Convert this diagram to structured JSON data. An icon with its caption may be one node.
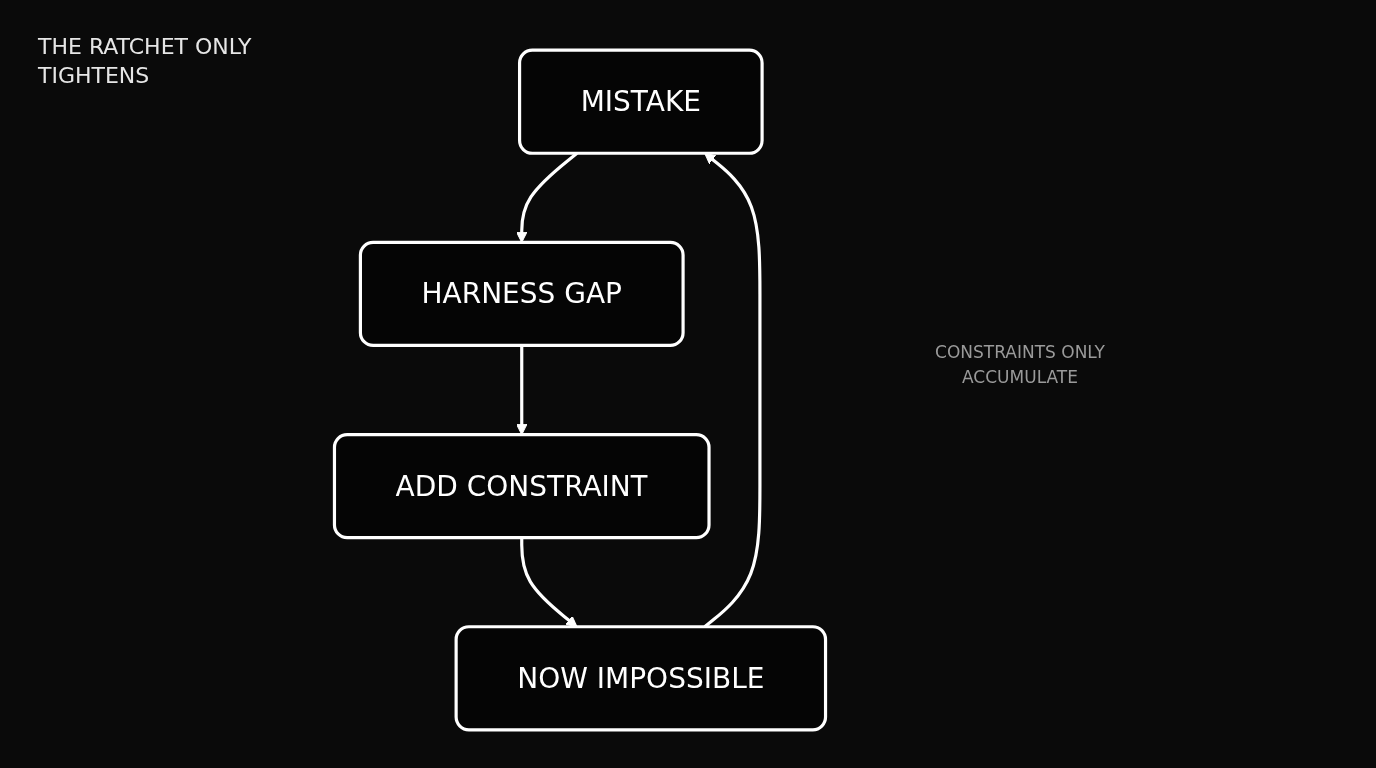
{
  "diagram": {
    "title": "THE RATCHET ONLY TIGHTENS",
    "nodes": [
      {
        "text": [
          "MISTAKE"
        ]
      },
      {
        "text": [
          "HARNESS GAP"
        ]
      },
      {
        "text": [
          "ADD CONSTRAINT"
        ]
      },
      {
        "text": [
          "NOW IMPOSSIBLE"
        ]
      }
    ],
    "edges": [
      {
        "from": 0,
        "to": 1,
        "arrow": "to"
      },
      {
        "from": 1,
        "to": 2,
        "arrow": "to"
      },
      {
        "from": 2,
        "to": 3,
        "arrow": "to"
      },
      {
        "from": 3,
        "to": 0,
        "arrow": "to"
      }
    ],
    "labels": [
      "CONSTRAINTS ONLY ACCUMULATE"
    ]
  }
}
